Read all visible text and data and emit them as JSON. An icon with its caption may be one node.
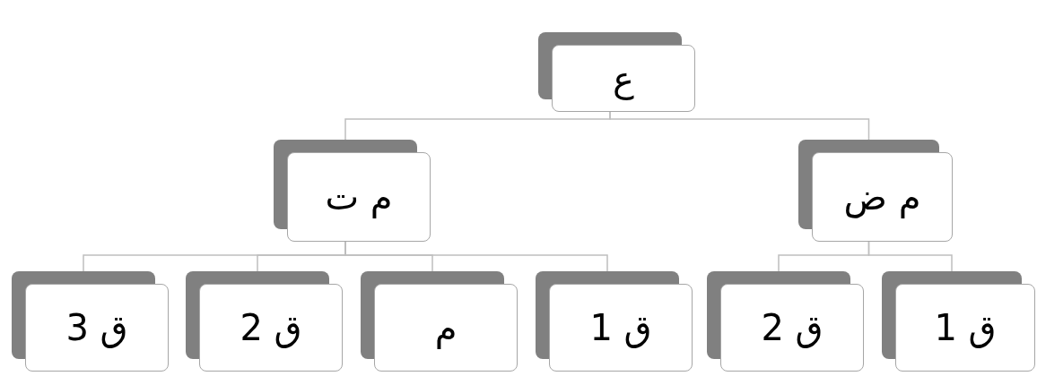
{
  "diagram": {
    "nodes": [
      {
        "text": [
          "ع"
        ]
      },
      {
        "text": [
          "م ت"
        ]
      },
      {
        "text": [
          "م ض"
        ]
      },
      {
        "text": [
          "ق 3"
        ]
      },
      {
        "text": [
          "ق 2"
        ]
      },
      {
        "text": [
          "م"
        ]
      },
      {
        "text": [
          "ق 1"
        ]
      },
      {
        "text": [
          "ق 2"
        ]
      },
      {
        "text": [
          "ق 1"
        ]
      }
    ],
    "edges": [
      {
        "from": 0,
        "to": 1,
        "arrow": "none"
      },
      {
        "from": 0,
        "to": 2,
        "arrow": "none"
      },
      {
        "from": 1,
        "to": 3,
        "arrow": "none"
      },
      {
        "from": 1,
        "to": 4,
        "arrow": "none"
      },
      {
        "from": 1,
        "to": 5,
        "arrow": "none"
      },
      {
        "from": 1,
        "to": 6,
        "arrow": "none"
      },
      {
        "from": 2,
        "to": 7,
        "arrow": "none"
      },
      {
        "from": 2,
        "to": 8,
        "arrow": "none"
      }
    ]
  }
}
